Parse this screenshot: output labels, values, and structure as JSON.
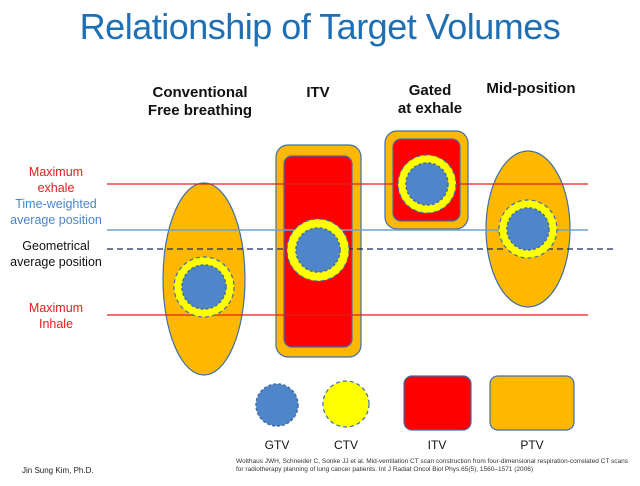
{
  "title": "Relationship of Target Volumes",
  "columns": [
    {
      "line1": "Conventional",
      "line2": "Free breathing"
    },
    {
      "line1": "ITV",
      "line2": ""
    },
    {
      "line1": "Gated",
      "line2": "at exhale"
    },
    {
      "line1": "Mid-position",
      "line2": ""
    }
  ],
  "row_labels": {
    "max_exhale": {
      "line1": "Maximum",
      "line2": "exhale",
      "color": "#e0201b"
    },
    "time_weighted": {
      "line1": "Time-weighted",
      "line2": "average position",
      "color": "#4a86c8"
    },
    "geometrical": {
      "line1": "Geometrical",
      "line2": "average position",
      "color": "#111111"
    },
    "max_inhale": {
      "line1": "Maximum",
      "line2": "Inhale",
      "color": "#e0201b"
    }
  },
  "legend": {
    "gtv": "GTV",
    "ctv": "CTV",
    "itv": "ITV",
    "ptv": "PTV"
  },
  "colors": {
    "gtv": "#4f86c9",
    "ctv": "#ffff00",
    "itv": "#ff0000",
    "ptv": "#ffb800",
    "line_red": "#e0201b",
    "line_blue": "#6fa0d0",
    "line_dash": "#1a2a5a"
  },
  "footer": {
    "author": "Jin Sung Kim, Ph.D.",
    "reference": "Wolthaus JWH, Schneider C, Sonke JJ et al. Mid-ventilation CT scan construction from four-dimensional respiration-correlated CT scans for radiotherapy planning of lung cancer patients. Int J Radiat Oncol Biol Phys.65(5), 1560–1571 (2006)"
  }
}
